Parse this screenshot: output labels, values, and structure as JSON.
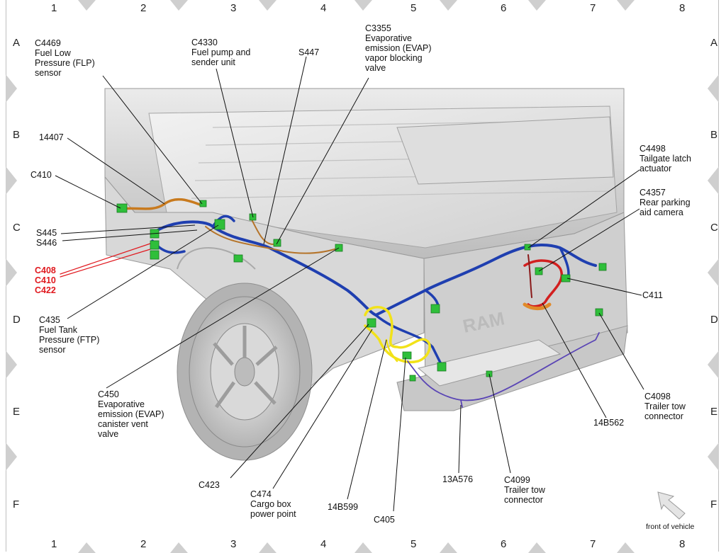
{
  "grid": {
    "columns": [
      "1",
      "2",
      "3",
      "4",
      "5",
      "6",
      "7",
      "8"
    ],
    "rows": [
      "A",
      "B",
      "C",
      "D",
      "E",
      "F"
    ]
  },
  "labels": {
    "c4469": "C4469\nFuel Low\nPressure (FLP)\nsensor",
    "c4330": "C4330\nFuel pump and\nsender unit",
    "s447": "S447",
    "c3355": "C3355\nEvaporative\nemission (EVAP)\nvapor blocking\nvalve",
    "l14407": "14407",
    "c410a": "C410",
    "s445": "S445\nS446",
    "c408group": "C408\nC410\nC422",
    "c435": "C435\nFuel Tank\nPressure (FTP)\nsensor",
    "c450": "C450\nEvaporative\nemission (EVAP)\ncanister vent\nvalve",
    "c423": "C423",
    "c474": "C474\nCargo box\npower point",
    "l14b599": "14B599",
    "c405": "C405",
    "l13a576": "13A576",
    "c4099": "C4099\nTrailer tow\nconnector",
    "l14b562": "14B562",
    "c4098": "C4098\nTrailer tow\nconnector",
    "c411": "C411",
    "c4357": "C4357\nRear parking\naid camera",
    "c4498": "C4498\nTailgate latch\nactuator"
  },
  "orientation": {
    "text": "front of vehicle",
    "icon": "arrow-up-left-icon"
  },
  "colors": {
    "harness_blue": "#1f3fb0",
    "harness_yellow": "#f2e219",
    "harness_orange": "#c87a1e",
    "harness_red": "#d21f1f",
    "harness_purple": "#5a45b5",
    "connector_green": "#2fbf3a",
    "callout_red": "#e0191f",
    "truck_gray": "#d4d4d4"
  }
}
